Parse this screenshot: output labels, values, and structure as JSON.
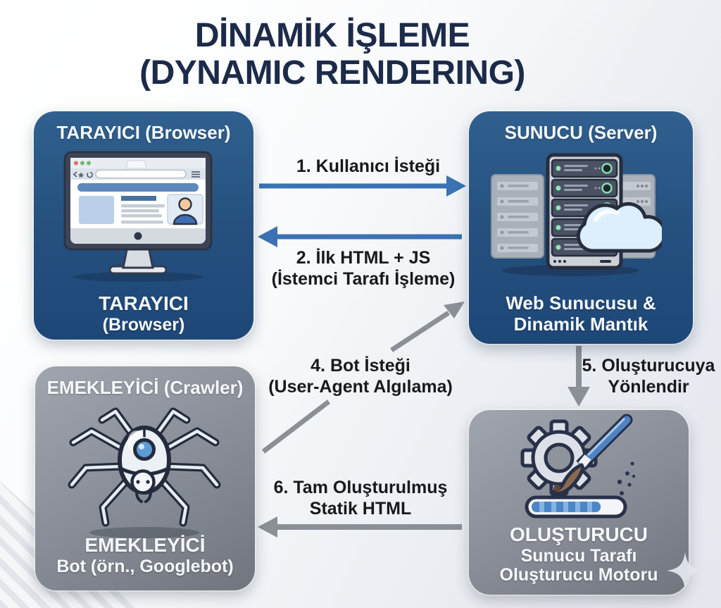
{
  "title": {
    "line1": "DİNAMİK İŞLEME",
    "line2": "(DYNAMIC RENDERING)"
  },
  "boxes": {
    "browser": {
      "header": "TARAYICI (Browser)",
      "caption_line1": "TARAYICI",
      "caption_line2": "(Browser)",
      "icon": "monitor-browser-icon"
    },
    "server": {
      "header": "SUNUCU (Server)",
      "caption_line1": "Web Sunucusu &",
      "caption_line2": "Dinamik Mantık",
      "icon": "server-rack-cloud-icon"
    },
    "crawler": {
      "header": "EMEKLEYİCİ (Crawler)",
      "caption_line1": "EMEKLEYİCİ",
      "caption_line2": "Bot (örn., Googlebot)",
      "icon": "robot-spider-icon"
    },
    "renderer": {
      "caption_line1": "OLUŞTURUCU",
      "caption_line2": "Sunucu Tarafı",
      "caption_line3": "Oluşturucu Motoru",
      "icon": "gear-paintbrush-progress-icon"
    }
  },
  "arrows": {
    "step1": {
      "label": "1. Kullanıcı İsteği",
      "direction": "right",
      "color": "#3a72b3"
    },
    "step2": {
      "label_line1": "2. İlk HTML + JS",
      "label_line2": "(İstemci Tarafı İşleme)",
      "direction": "left",
      "color": "#3a72b3"
    },
    "step4": {
      "label_line1": "4. Bot İsteği",
      "label_line2": "(User-Agent Algılama)",
      "direction": "diagonal-up-right",
      "color": "#8b9097"
    },
    "step5": {
      "label_line1": "5. Oluşturucuya",
      "label_line2": "Yönlendir",
      "direction": "down",
      "color": "#8b9097"
    },
    "step6": {
      "label_line1": "6. Tam Oluşturulmuş",
      "label_line2": "Statik HTML",
      "direction": "left",
      "color": "#8b9097"
    }
  },
  "colors": {
    "box_blue": "#26517f",
    "box_gray": "#8a8f99",
    "arrow_blue": "#3a72b3",
    "arrow_gray": "#8b9097",
    "title_color": "#1c2b49",
    "label_color": "#17191d"
  }
}
